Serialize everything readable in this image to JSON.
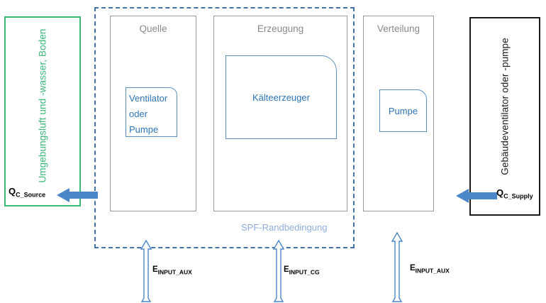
{
  "diagram": {
    "title": "SPF-Randbedingung Kaelteerzeugung Schema",
    "colors": {
      "source_env_border": "#3CB878",
      "supply_env_border": "#1a1a1a",
      "boundary_dashed": "#4472A8",
      "stage_border": "#9a9a9a",
      "stage_title_text": "#8a8a8a",
      "component_border": "#5B8FC0",
      "component_text": "#2E75B6",
      "flow_arrow_fill": "#4A86C8",
      "energy_arrow_stroke": "#4A86C8",
      "spf_caption_text": "#8FAEDB"
    }
  },
  "environment_left": {
    "label": "Umgebungsluft und -wasser, Boden"
  },
  "environment_right": {
    "label": "Gebäudeventilator oder -pumpe"
  },
  "boundary": {
    "caption": "SPF-Randbedingung"
  },
  "stages": [
    {
      "id": "quelle",
      "title": "Quelle",
      "component": {
        "lines": [
          "Ventilator",
          "oder",
          "Pumpe"
        ]
      }
    },
    {
      "id": "erzeugung",
      "title": "Erzeugung",
      "component": {
        "lines": [
          "Kälteerzeuger"
        ]
      }
    },
    {
      "id": "verteilung",
      "title": "Verteilung",
      "component": {
        "lines": [
          "Pumpe"
        ]
      }
    }
  ],
  "heat_flows": [
    {
      "id": "q-c-source",
      "symbol": "Q",
      "subscript": "C_Source",
      "direction": "left"
    },
    {
      "id": "q-c-supply",
      "symbol": "Q",
      "subscript": "C_Supply",
      "direction": "left"
    }
  ],
  "energy_inputs": [
    {
      "id": "e-input-aux-1",
      "symbol": "E",
      "subscript": "INPUT_AUX",
      "direction": "up"
    },
    {
      "id": "e-input-cg",
      "symbol": "E",
      "subscript": "INPUT_CG",
      "direction": "up"
    },
    {
      "id": "e-input-aux-2",
      "symbol": "E",
      "subscript": "INPUT_AUX",
      "direction": "up"
    }
  ]
}
